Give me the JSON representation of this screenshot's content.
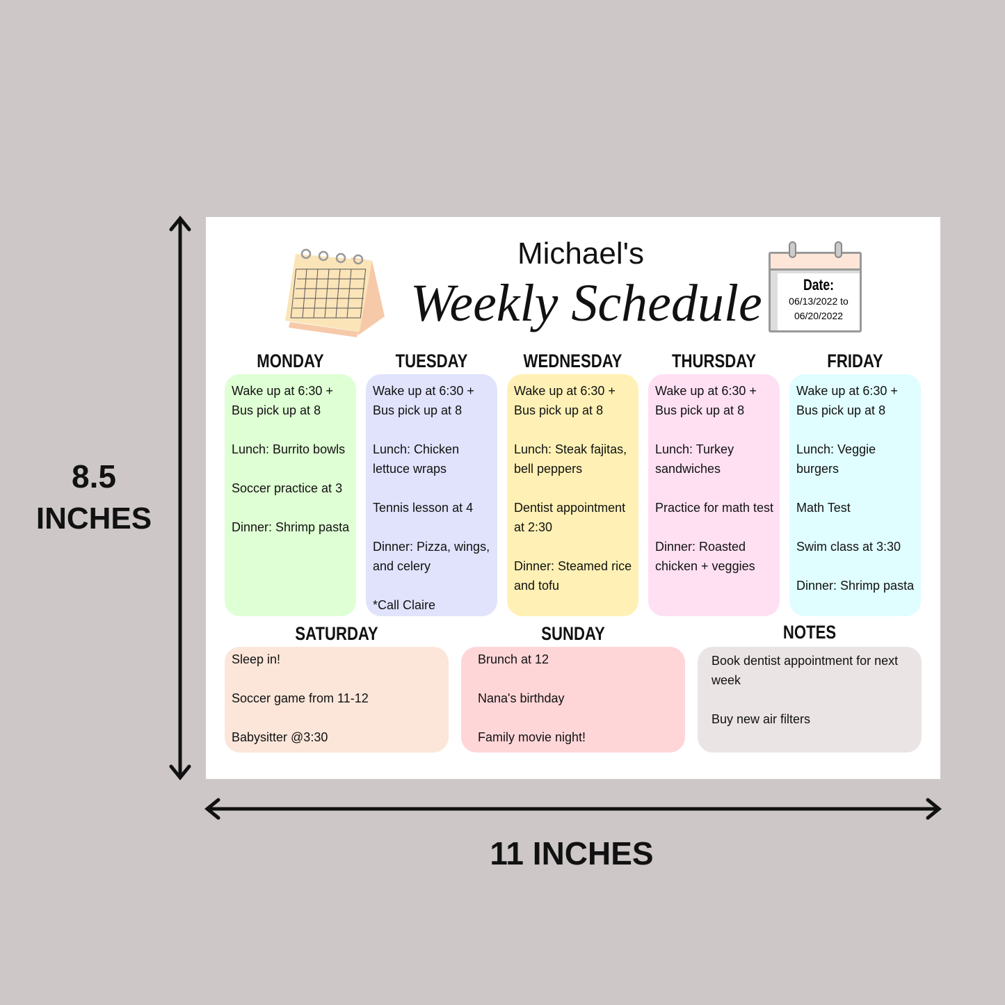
{
  "dimensions": {
    "height_line1": "8.5",
    "height_line2": "INCHES",
    "width": "11 INCHES"
  },
  "header": {
    "name": "Michael's",
    "title": "Weekly Schedule",
    "date_label": "Date:",
    "date_from": "06/13/2022 to",
    "date_to": "06/20/2022"
  },
  "days": [
    {
      "name": "MONDAY",
      "color": "#dfffd4",
      "items": [
        "Wake up at 6:30 + Bus pick up at 8",
        "Lunch: Burrito bowls",
        "Soccer practice at 3",
        "Dinner: Shrimp pasta"
      ]
    },
    {
      "name": "TUESDAY",
      "color": "#e0e3fb",
      "items": [
        "Wake up at 6:30 + Bus pick up at 8",
        "Lunch: Chicken lettuce wraps",
        "Tennis lesson at 4",
        "Dinner: Pizza, wings, and celery",
        "*Call Claire"
      ]
    },
    {
      "name": "WEDNESDAY",
      "color": "#fff1b5",
      "items": [
        "Wake up at 6:30 + Bus pick up at 8",
        "Lunch: Steak fajitas, bell peppers",
        "Dentist appointment at 2:30",
        "Dinner: Steamed rice and tofu"
      ]
    },
    {
      "name": "THURSDAY",
      "color": "#ffe0f3",
      "items": [
        "Wake up at 6:30 + Bus pick up at 8",
        "Lunch: Turkey sandwiches",
        "Practice for math test",
        "Dinner: Roasted chicken + veggies"
      ]
    },
    {
      "name": "FRIDAY",
      "color": "#e0fdff",
      "items": [
        "Wake up at 6:30 + Bus pick up at 8",
        "Lunch: Veggie burgers",
        "Math Test",
        "Swim class at 3:30",
        "Dinner: Shrimp pasta"
      ]
    }
  ],
  "weekend": [
    {
      "name": "SATURDAY",
      "color": "#fce6da",
      "items": [
        "Sleep in!",
        "Soccer game from 11-12",
        "Babysitter @3:30"
      ]
    },
    {
      "name": "SUNDAY",
      "color": "#ffd6d8",
      "items": [
        "Brunch at 12",
        "Nana's birthday",
        "Family movie night!"
      ]
    },
    {
      "name": "NOTES",
      "color": "#ebe4e4",
      "items": [
        "Book dentist appointment for next week",
        "Buy new air filters"
      ]
    }
  ]
}
